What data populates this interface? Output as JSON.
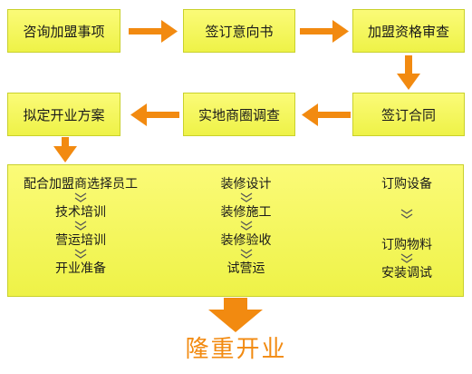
{
  "colors": {
    "box_fill": "#f4f55d",
    "arrow": "#f28a10",
    "final_text": "#f28a10",
    "chevron": "#555555"
  },
  "row1": [
    "咨询加盟事项",
    "签订意向书",
    "加盟资格审查"
  ],
  "row2": [
    "拟定开业方案",
    "实地商圈调查",
    "签订合同"
  ],
  "panel": {
    "col1": [
      "配合加盟商选择员工",
      "技术培训",
      "营运培训",
      "开业准备"
    ],
    "col2": [
      "装修设计",
      "装修施工",
      "装修验收",
      "试营运"
    ],
    "col3": [
      "订购设备",
      "",
      "订购物料",
      "安装调试"
    ]
  },
  "final": "隆重开业"
}
